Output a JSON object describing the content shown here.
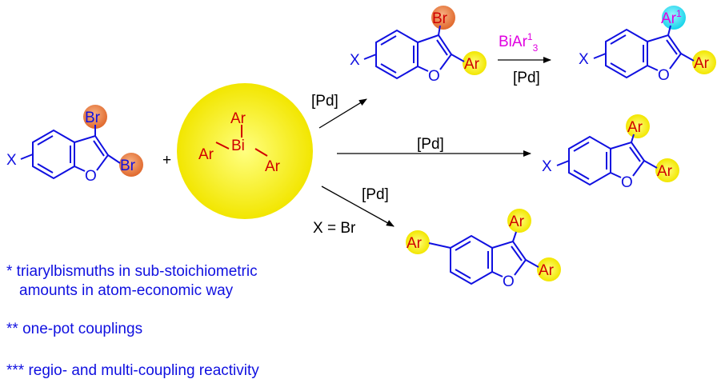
{
  "colors": {
    "bond": "#1010e0",
    "label_red": "#d00000",
    "reagent_magenta": "#e000e0",
    "yellow_ball": "#f2e600",
    "orange_ball": "#e57a3c",
    "cyan_ball": "#16d4ea"
  },
  "atoms": {
    "x": "X",
    "o": "O",
    "br": "Br",
    "ar": "Ar",
    "bi": "Bi",
    "ar1": "Ar",
    "ar1_sup": "1"
  },
  "plus": "+",
  "reagent": {
    "bi_ar": "BiAr",
    "sup": "1",
    "sub": "3",
    "catalyst": "[Pd]"
  },
  "arrows": {
    "top_label": "[Pd]",
    "middle_label": "[Pd]",
    "bottom_label": "[Pd]",
    "bottom_condition": "X = Br"
  },
  "notes": [
    "* triarylbismuths in sub-stoichiometric",
    "amounts in atom-economic way",
    "** one-pot couplings",
    "*** regio- and multi-coupling reactivity"
  ]
}
